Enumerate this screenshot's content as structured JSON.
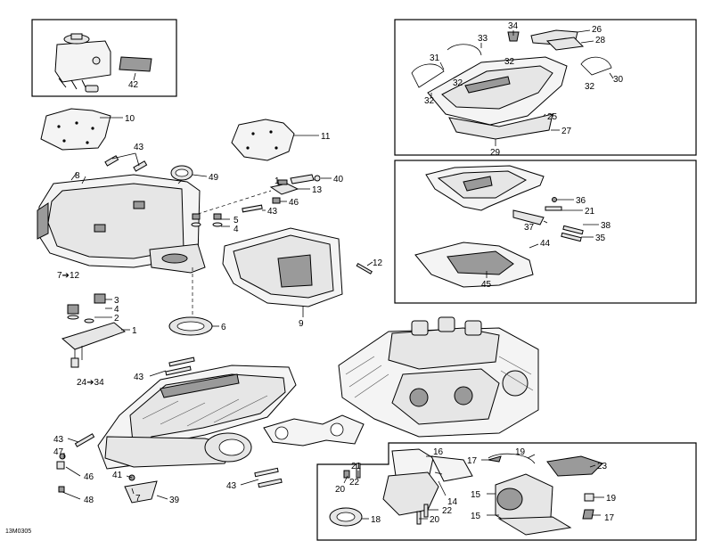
{
  "drawing_code": "13M0305",
  "callouts": [
    {
      "id": "c42",
      "text": "42"
    },
    {
      "id": "c10",
      "text": "10"
    },
    {
      "id": "c11",
      "text": "11"
    },
    {
      "id": "c43a",
      "text": "43"
    },
    {
      "id": "c8",
      "text": "8"
    },
    {
      "id": "c49",
      "text": "49"
    },
    {
      "id": "c1a",
      "text": "1"
    },
    {
      "id": "c40",
      "text": "40"
    },
    {
      "id": "c13",
      "text": "13"
    },
    {
      "id": "c46a",
      "text": "46"
    },
    {
      "id": "c43b",
      "text": "43"
    },
    {
      "id": "c5",
      "text": "5"
    },
    {
      "id": "c4a",
      "text": "4"
    },
    {
      "id": "c712",
      "text": "7➔12"
    },
    {
      "id": "c12",
      "text": "12"
    },
    {
      "id": "c3",
      "text": "3"
    },
    {
      "id": "c4b",
      "text": "4"
    },
    {
      "id": "c2",
      "text": "2"
    },
    {
      "id": "c1b",
      "text": "1"
    },
    {
      "id": "c9",
      "text": "9"
    },
    {
      "id": "c6",
      "text": "6"
    },
    {
      "id": "c43c",
      "text": "43"
    },
    {
      "id": "c2434",
      "text": "24➔34"
    },
    {
      "id": "c43d",
      "text": "43"
    },
    {
      "id": "c47",
      "text": "47"
    },
    {
      "id": "c46b",
      "text": "46"
    },
    {
      "id": "c41",
      "text": "41"
    },
    {
      "id": "c7",
      "text": "7"
    },
    {
      "id": "c39",
      "text": "39"
    },
    {
      "id": "c48",
      "text": "48"
    },
    {
      "id": "c43e",
      "text": "43"
    },
    {
      "id": "c34",
      "text": "34"
    },
    {
      "id": "c33",
      "text": "33"
    },
    {
      "id": "c26",
      "text": "26"
    },
    {
      "id": "c28",
      "text": "28"
    },
    {
      "id": "c31",
      "text": "31"
    },
    {
      "id": "c32a",
      "text": "32"
    },
    {
      "id": "c32b",
      "text": "32"
    },
    {
      "id": "c32c",
      "text": "32"
    },
    {
      "id": "c30",
      "text": "30"
    },
    {
      "id": "c32d",
      "text": "32"
    },
    {
      "id": "c25",
      "text": "25"
    },
    {
      "id": "c27",
      "text": "27"
    },
    {
      "id": "c29",
      "text": "29"
    },
    {
      "id": "c36",
      "text": "36"
    },
    {
      "id": "c21a",
      "text": "21"
    },
    {
      "id": "c37",
      "text": "37"
    },
    {
      "id": "c38",
      "text": "38"
    },
    {
      "id": "c35",
      "text": "35"
    },
    {
      "id": "c44",
      "text": "44"
    },
    {
      "id": "c45",
      "text": "45"
    },
    {
      "id": "c16",
      "text": "16"
    },
    {
      "id": "c19a",
      "text": "19"
    },
    {
      "id": "c17a",
      "text": "17"
    },
    {
      "id": "c23",
      "text": "23"
    },
    {
      "id": "c21b",
      "text": "21"
    },
    {
      "id": "c20a",
      "text": "20"
    },
    {
      "id": "c22a",
      "text": "22"
    },
    {
      "id": "c14",
      "text": "14"
    },
    {
      "id": "c15a",
      "text": "15"
    },
    {
      "id": "c19b",
      "text": "19"
    },
    {
      "id": "c18",
      "text": "18"
    },
    {
      "id": "c22b",
      "text": "22"
    },
    {
      "id": "c20b",
      "text": "20"
    },
    {
      "id": "c15b",
      "text": "15"
    },
    {
      "id": "c17b",
      "text": "17"
    }
  ]
}
